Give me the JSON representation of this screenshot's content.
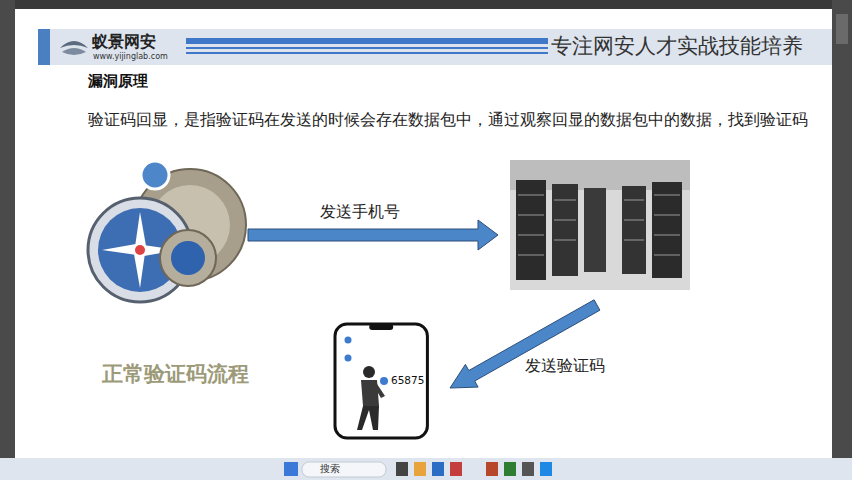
{
  "diagram": {
    "title": "漏洞原理",
    "nodes": [
      {
        "text": [
          "65875"
        ]
      }
    ],
    "labels": [
      "蚁景网安",
      "www.yijinglab.com",
      "专注网安人才实战技能培养",
      "验证码回显，是指验证码在发送的时候会存在数据包中，通过观察回显的数据包中的数据，找到验证码",
      "发送手机号",
      "发送验证码",
      "正常验证码流程",
      "搜索"
    ]
  }
}
